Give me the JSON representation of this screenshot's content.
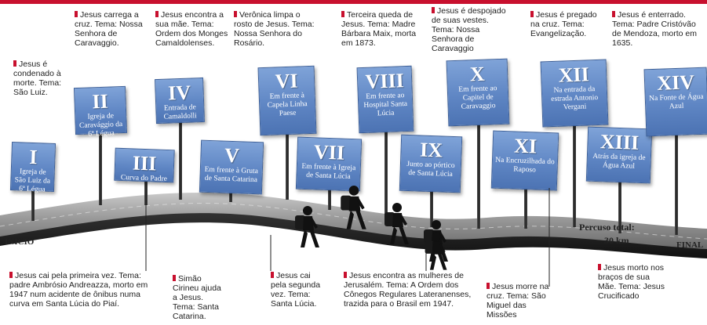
{
  "stations": [
    {
      "num": "I",
      "sign": "Igreja de São Luiz da 6ª Légua",
      "caption": "Jesus é condenado à morte. Tema: São Luiz."
    },
    {
      "num": "II",
      "sign": "Igreja de Caravággio da 6ª Légua",
      "caption": "Jesus carrega a cruz. Tema: Nossa Senhora de Caravaggio."
    },
    {
      "num": "III",
      "sign": "Curva do Padre",
      "caption": "Jesus cai pela primeira vez. Tema: padre Ambrósio Andreazza, morto em 1947 num acidente de ônibus numa curva em Santa Lúcia do Piaí."
    },
    {
      "num": "IV",
      "sign": "Entrada de Camaldolli",
      "caption": "Jesus encontra a sua mãe. Tema: Ordem dos Monges Camaldolenses."
    },
    {
      "num": "V",
      "sign": "Em frente à Gruta de Santa Catarina",
      "caption": "Simão Cirineu ajuda a Jesus. Tema: Santa Catarina."
    },
    {
      "num": "VI",
      "sign": "Em frente à Capela Linha Paese",
      "caption": "Verônica limpa o rosto de Jesus. Tema: Nossa Senhora do Rosário."
    },
    {
      "num": "VII",
      "sign": "Em frente à Igreja de Santa Lúcia",
      "caption": "Jesus cai pela segunda vez. Tema: Santa Lúcia."
    },
    {
      "num": "VIII",
      "sign": "Em frente ao Hospital Santa Lúcia",
      "caption": "Terceira queda de Jesus. Tema: Madre Bárbara Maix, morta em 1873."
    },
    {
      "num": "IX",
      "sign": "Junto ao pórtico de Santa Lúcia",
      "caption": "Jesus encontra as mulheres de Jerusalém. Tema: A Ordem dos Cônegos Regulares Lateranenses, trazida para o Brasil em 1947."
    },
    {
      "num": "X",
      "sign": "Em frente ao Capitel de Caravaggio",
      "caption": "Jesus é despojado de suas vestes. Tema: Nossa Senhora de Caravaggio"
    },
    {
      "num": "XI",
      "sign": "Na Encruzilhada do Raposo",
      "caption": "Jesus morre na cruz. Tema: São Miguel das Missões"
    },
    {
      "num": "XII",
      "sign": "Na entrada da estrada Antonio Vergani",
      "caption": "Jesus é pregado na cruz. Tema: Evangelização."
    },
    {
      "num": "XIII",
      "sign": "Atrás da igreja de Água Azul",
      "caption": "Jesus morto nos braços de sua Mãe. Tema: Jesus Crucificado"
    },
    {
      "num": "XIV",
      "sign": "Na Fonte de Água Azul",
      "caption": "Jesus é enterrado. Tema: Padre Cristóvão de Mendoza, morto em 1635."
    }
  ],
  "road": {
    "start": "INÍCIO",
    "end": "FINAL",
    "distance_title": "Percuso total:",
    "distance_value": "30 km"
  },
  "colors": {
    "accent": "#c8102e",
    "sign": "#5f86c4",
    "road": "#8a8a8a"
  }
}
